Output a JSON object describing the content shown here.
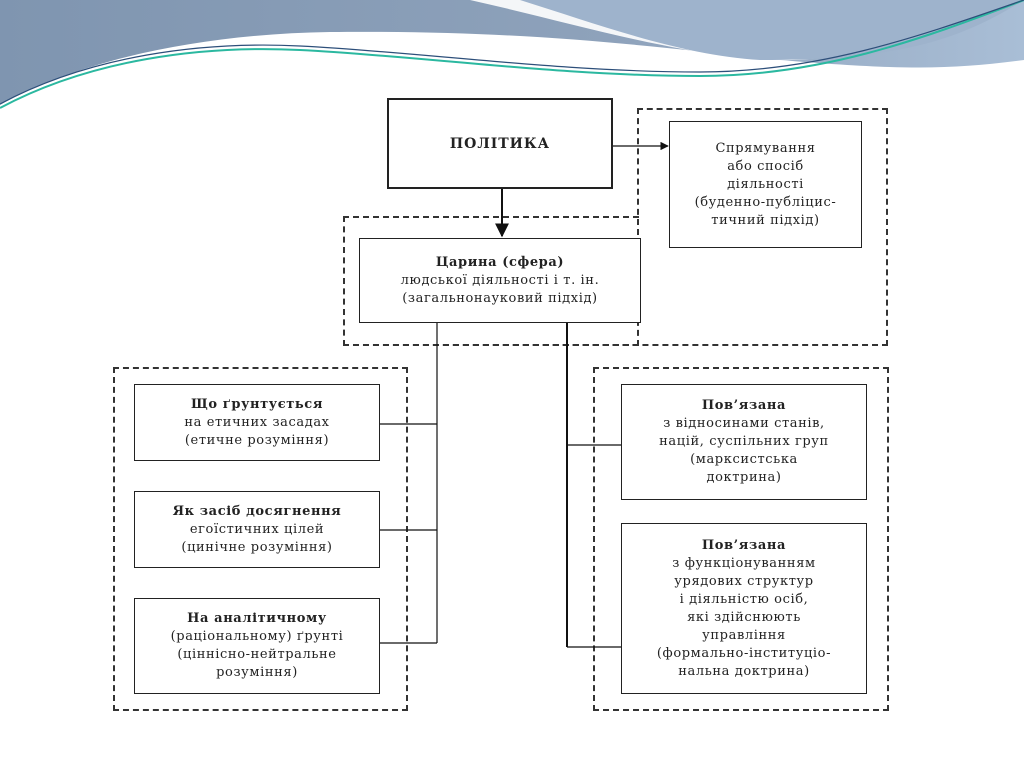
{
  "diagram": {
    "root": {
      "label": "ПОЛІТИКА"
    },
    "direction_box": {
      "lines": "Спрямування\nабо спосіб\nдіяльності\n(буденно-публіцис-\nтичний підхід)"
    },
    "sphere_box": {
      "title": "Царина (сфера)",
      "lines": "людської діяльності і т. ін.\n(загальнонауковий підхід)"
    },
    "left_group": [
      {
        "title": "Що ґрунтується",
        "lines": "на етичних засадах\n(етичне розуміння)"
      },
      {
        "title": "Як засіб досягнення",
        "lines": "егоїстичних цілей\n(цинічне розуміння)"
      },
      {
        "title": "На аналітичному",
        "lines": "(раціональному) ґрунті\n(ціннісно-нейтральне\nрозуміння)"
      }
    ],
    "right_group": [
      {
        "title": "Пов’язана",
        "lines": "з відносинами станів,\nнацій, суспільних груп\n(марксистська\nдоктрина)"
      },
      {
        "title": "Пов’язана",
        "lines": "з функціонуванням\nурядових структур\nі діяльністю осіб,\nякі здійснюють\nуправління\n(формально-інституціо-\nнальна доктрина)"
      }
    ]
  },
  "theme": {
    "wave_dark": "#7f93ab",
    "wave_light": "#a9bfd6",
    "accent_line": "#2bb8a0"
  }
}
